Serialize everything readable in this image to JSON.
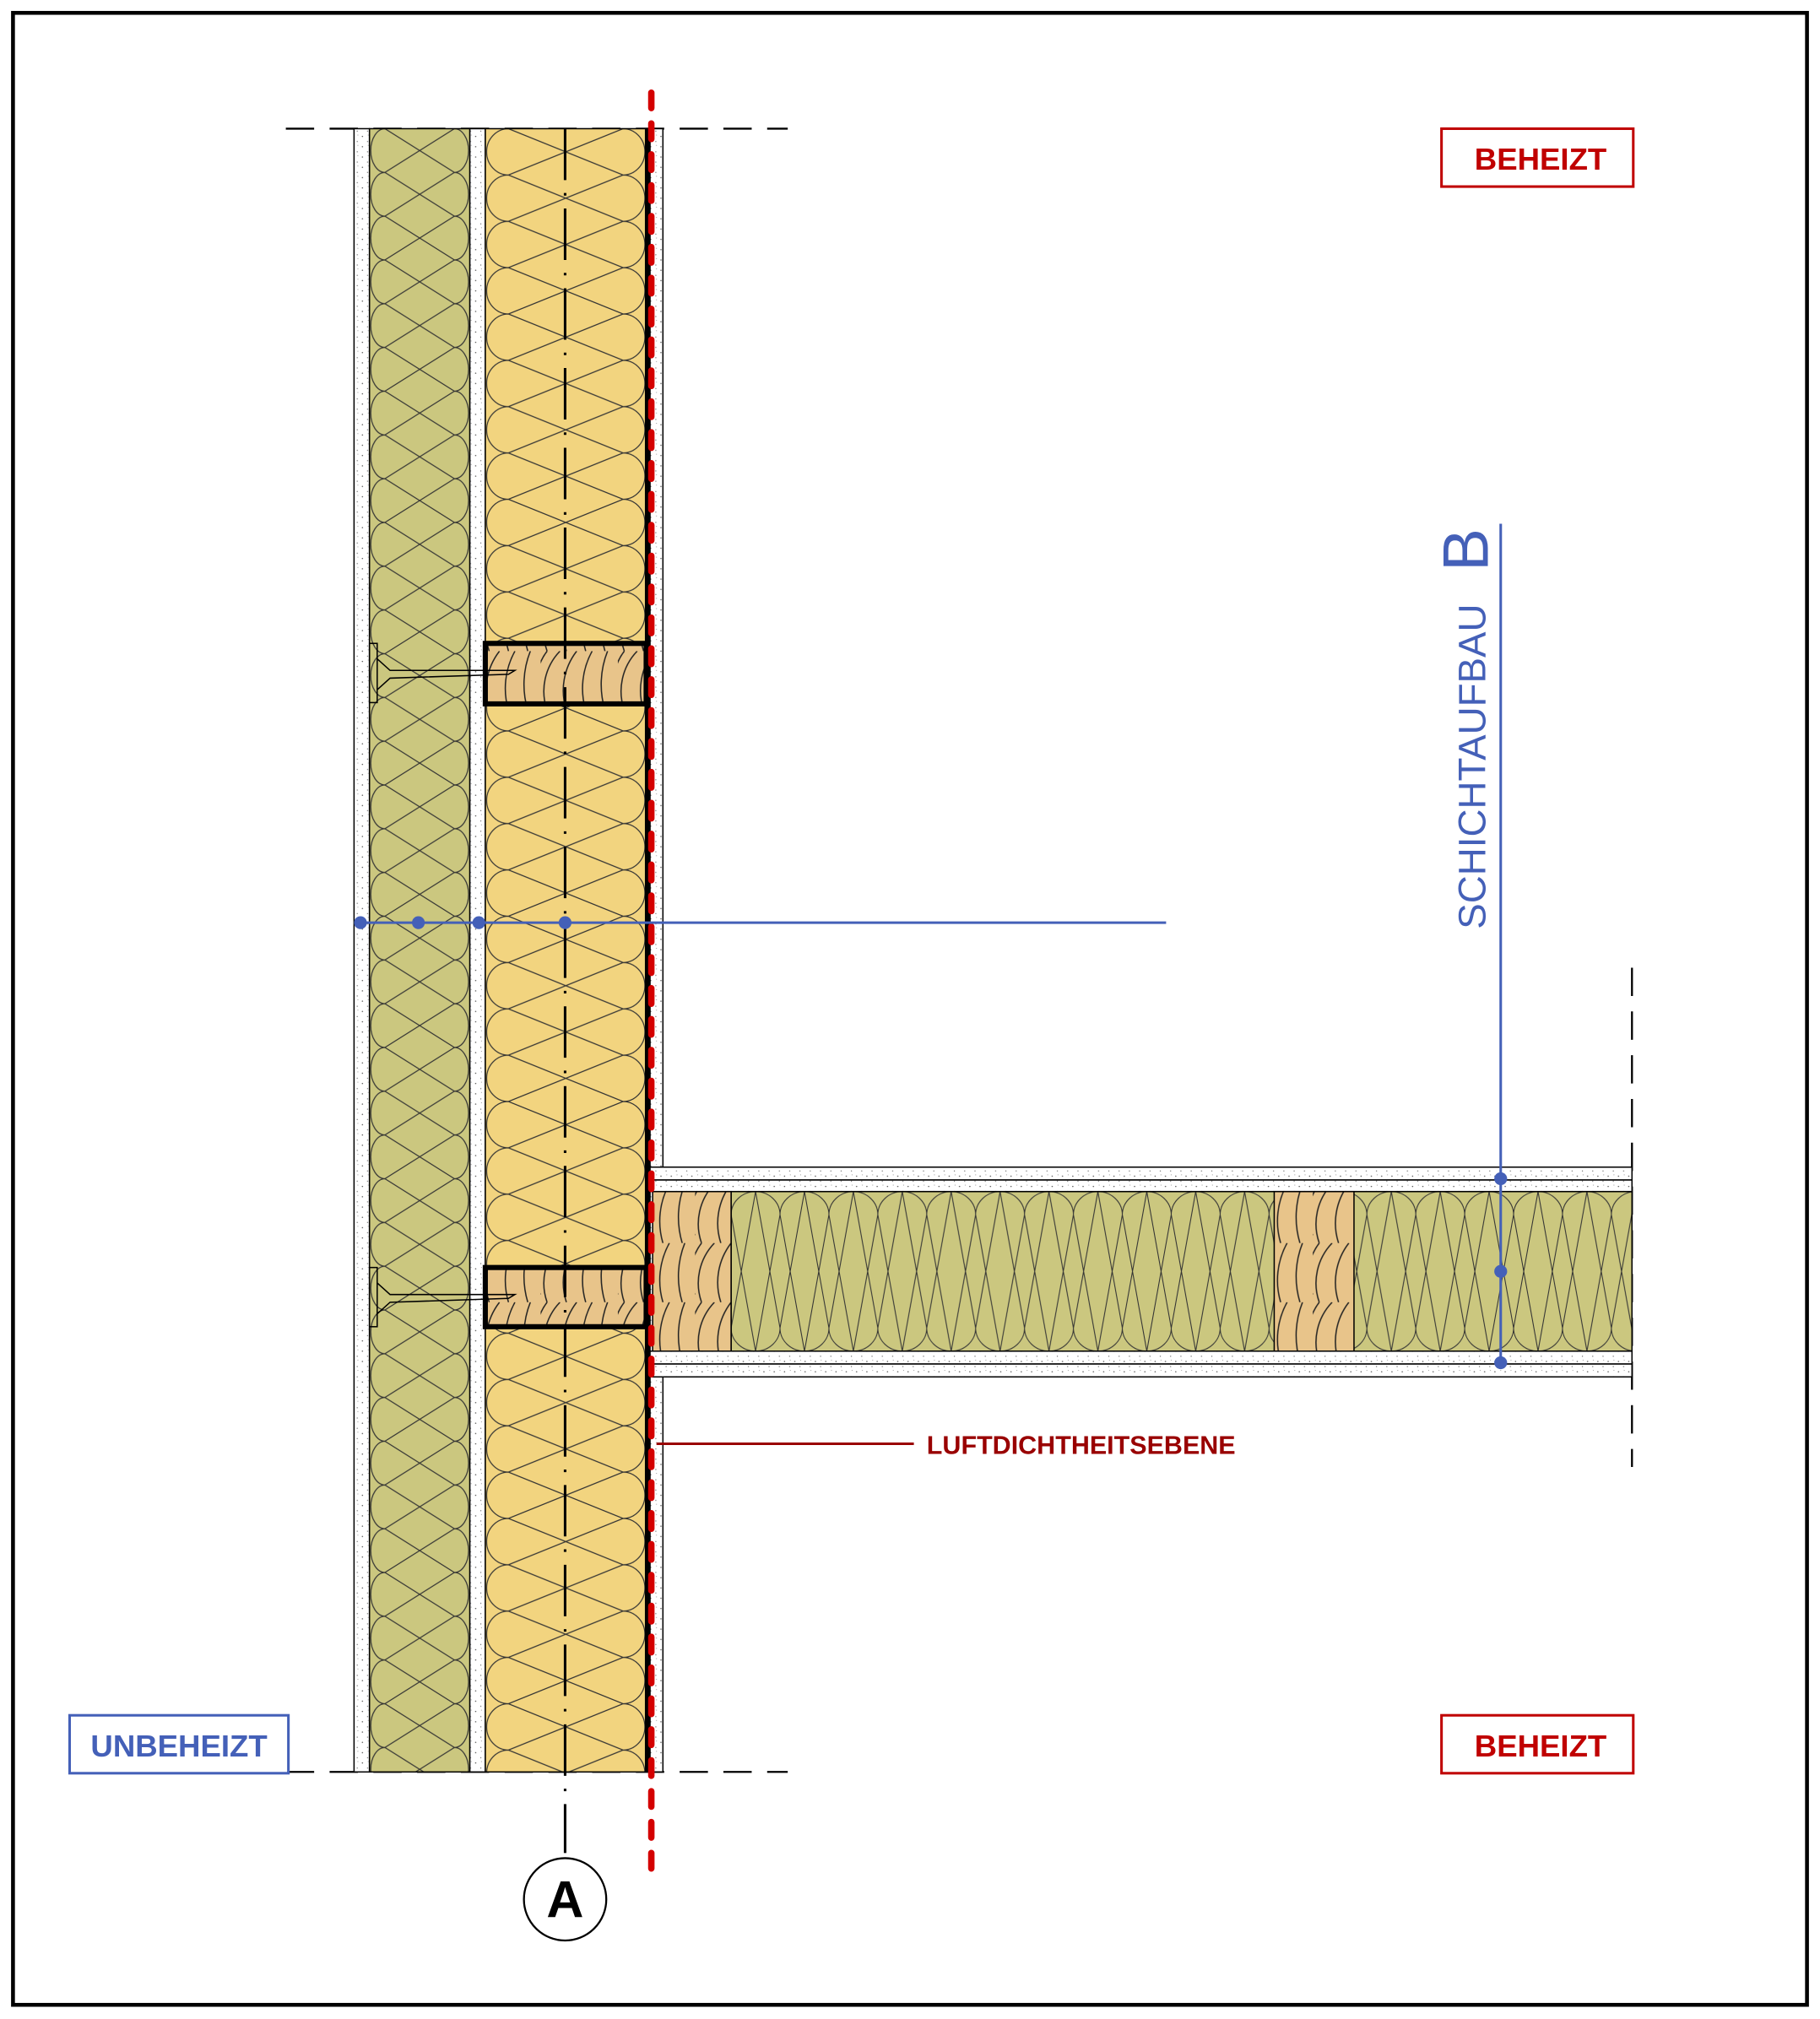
{
  "labels": {
    "heated_top": "BEHEIZT",
    "heated_bottom": "BEHEIZT",
    "unheated": "UNBEHEIZT",
    "airtight_layer": "LUFTDICHTHEITSEBENE",
    "layer_structure": "SCHICHTAUFBAU",
    "layer_structure_marker": "B",
    "axis_marker": "A"
  },
  "colors": {
    "heated": "#c00000",
    "unheated": "#4460b8",
    "airtight": "#990000",
    "airtight_line": "#d40000",
    "insulation_green": "#cbc77f",
    "insulation_yellow": "#f2d47f",
    "wood": "#e8c48a",
    "dimension_blue": "#4460b8"
  }
}
